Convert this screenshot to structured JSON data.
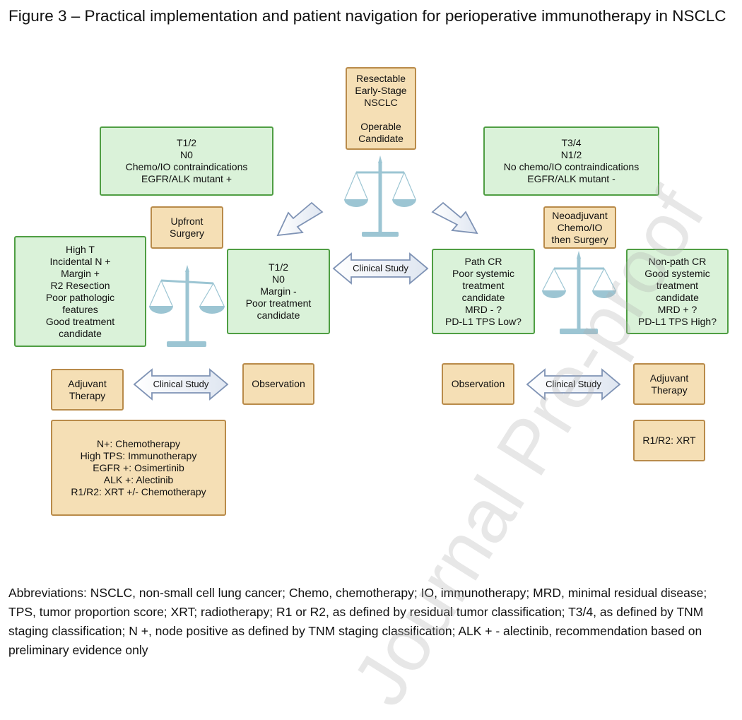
{
  "title": "Figure 3 – Practical implementation and patient navigation for perioperative immunotherapy in NSCLC",
  "center_box": [
    "Resectable",
    "Early-Stage",
    "NSCLC",
    "",
    "Operable",
    "Candidate"
  ],
  "left_top_box": [
    "T1/2",
    "N0",
    "Chemo/IO contraindications",
    "EGFR/ALK mutant +"
  ],
  "right_top_box": [
    "T3/4",
    "N1/2",
    "No chemo/IO contraindications",
    "EGFR/ALK mutant -"
  ],
  "upfront_surgery": [
    "Upfront",
    "Surgery"
  ],
  "neoadjuvant": [
    "Neoadjuvant",
    "Chemo/IO",
    "then Surgery"
  ],
  "left_risk_box": [
    "High T",
    "Incidental N +",
    "Margin +",
    "R2 Resection",
    "Poor pathologic",
    "features",
    "Good treatment",
    "candidate"
  ],
  "left_low_box": [
    "T1/2",
    "N0",
    "Margin -",
    "Poor treatment",
    "candidate"
  ],
  "path_cr_box": [
    "Path CR",
    "Poor systemic",
    "treatment",
    "candidate",
    "MRD - ?",
    "PD-L1 TPS Low?"
  ],
  "non_path_cr_box": [
    "Non-path CR",
    "Good systemic",
    "treatment",
    "candidate",
    "MRD + ?",
    "PD-L1 TPS High?"
  ],
  "clinical_study_label": "Clinical Study",
  "left_adjuvant": [
    "Adjuvant",
    "Therapy"
  ],
  "left_observation": "Observation",
  "right_observation": "Observation",
  "right_adjuvant": [
    "Adjuvant",
    "Therapy"
  ],
  "left_treatment_box": [
    "N+: Chemotherapy",
    "High TPS: Immunotherapy",
    "EGFR +: Osimertinib",
    "ALK +: Alectinib",
    "R1/R2: XRT +/- Chemotherapy"
  ],
  "right_treatment_box": "R1/R2: XRT",
  "watermark": "Journal Pre-proof",
  "abbreviations": "Abbreviations: NSCLC, non-small cell lung cancer; Chemo, chemotherapy; IO, immunotherapy; MRD, minimal residual disease; TPS, tumor proportion score; XRT; radiotherapy; R1 or R2, as defined by residual tumor classification; T3/4, as defined by TNM staging classification; N +, node positive as defined by TNM staging classification; ALK + - alectinib, recommendation based on preliminary evidence only",
  "colors": {
    "green_fill": "#daf2d9",
    "green_border": "#4f9e43",
    "tan_fill": "#f5dfb5",
    "tan_border": "#b98b4a",
    "scale": "#9cc5d3",
    "arrow_fill": "#ffffff",
    "arrow_border": "#7f93b5"
  },
  "icons": [
    "balance-scale-icon",
    "double-arrow-icon",
    "down-arrow-icon"
  ]
}
